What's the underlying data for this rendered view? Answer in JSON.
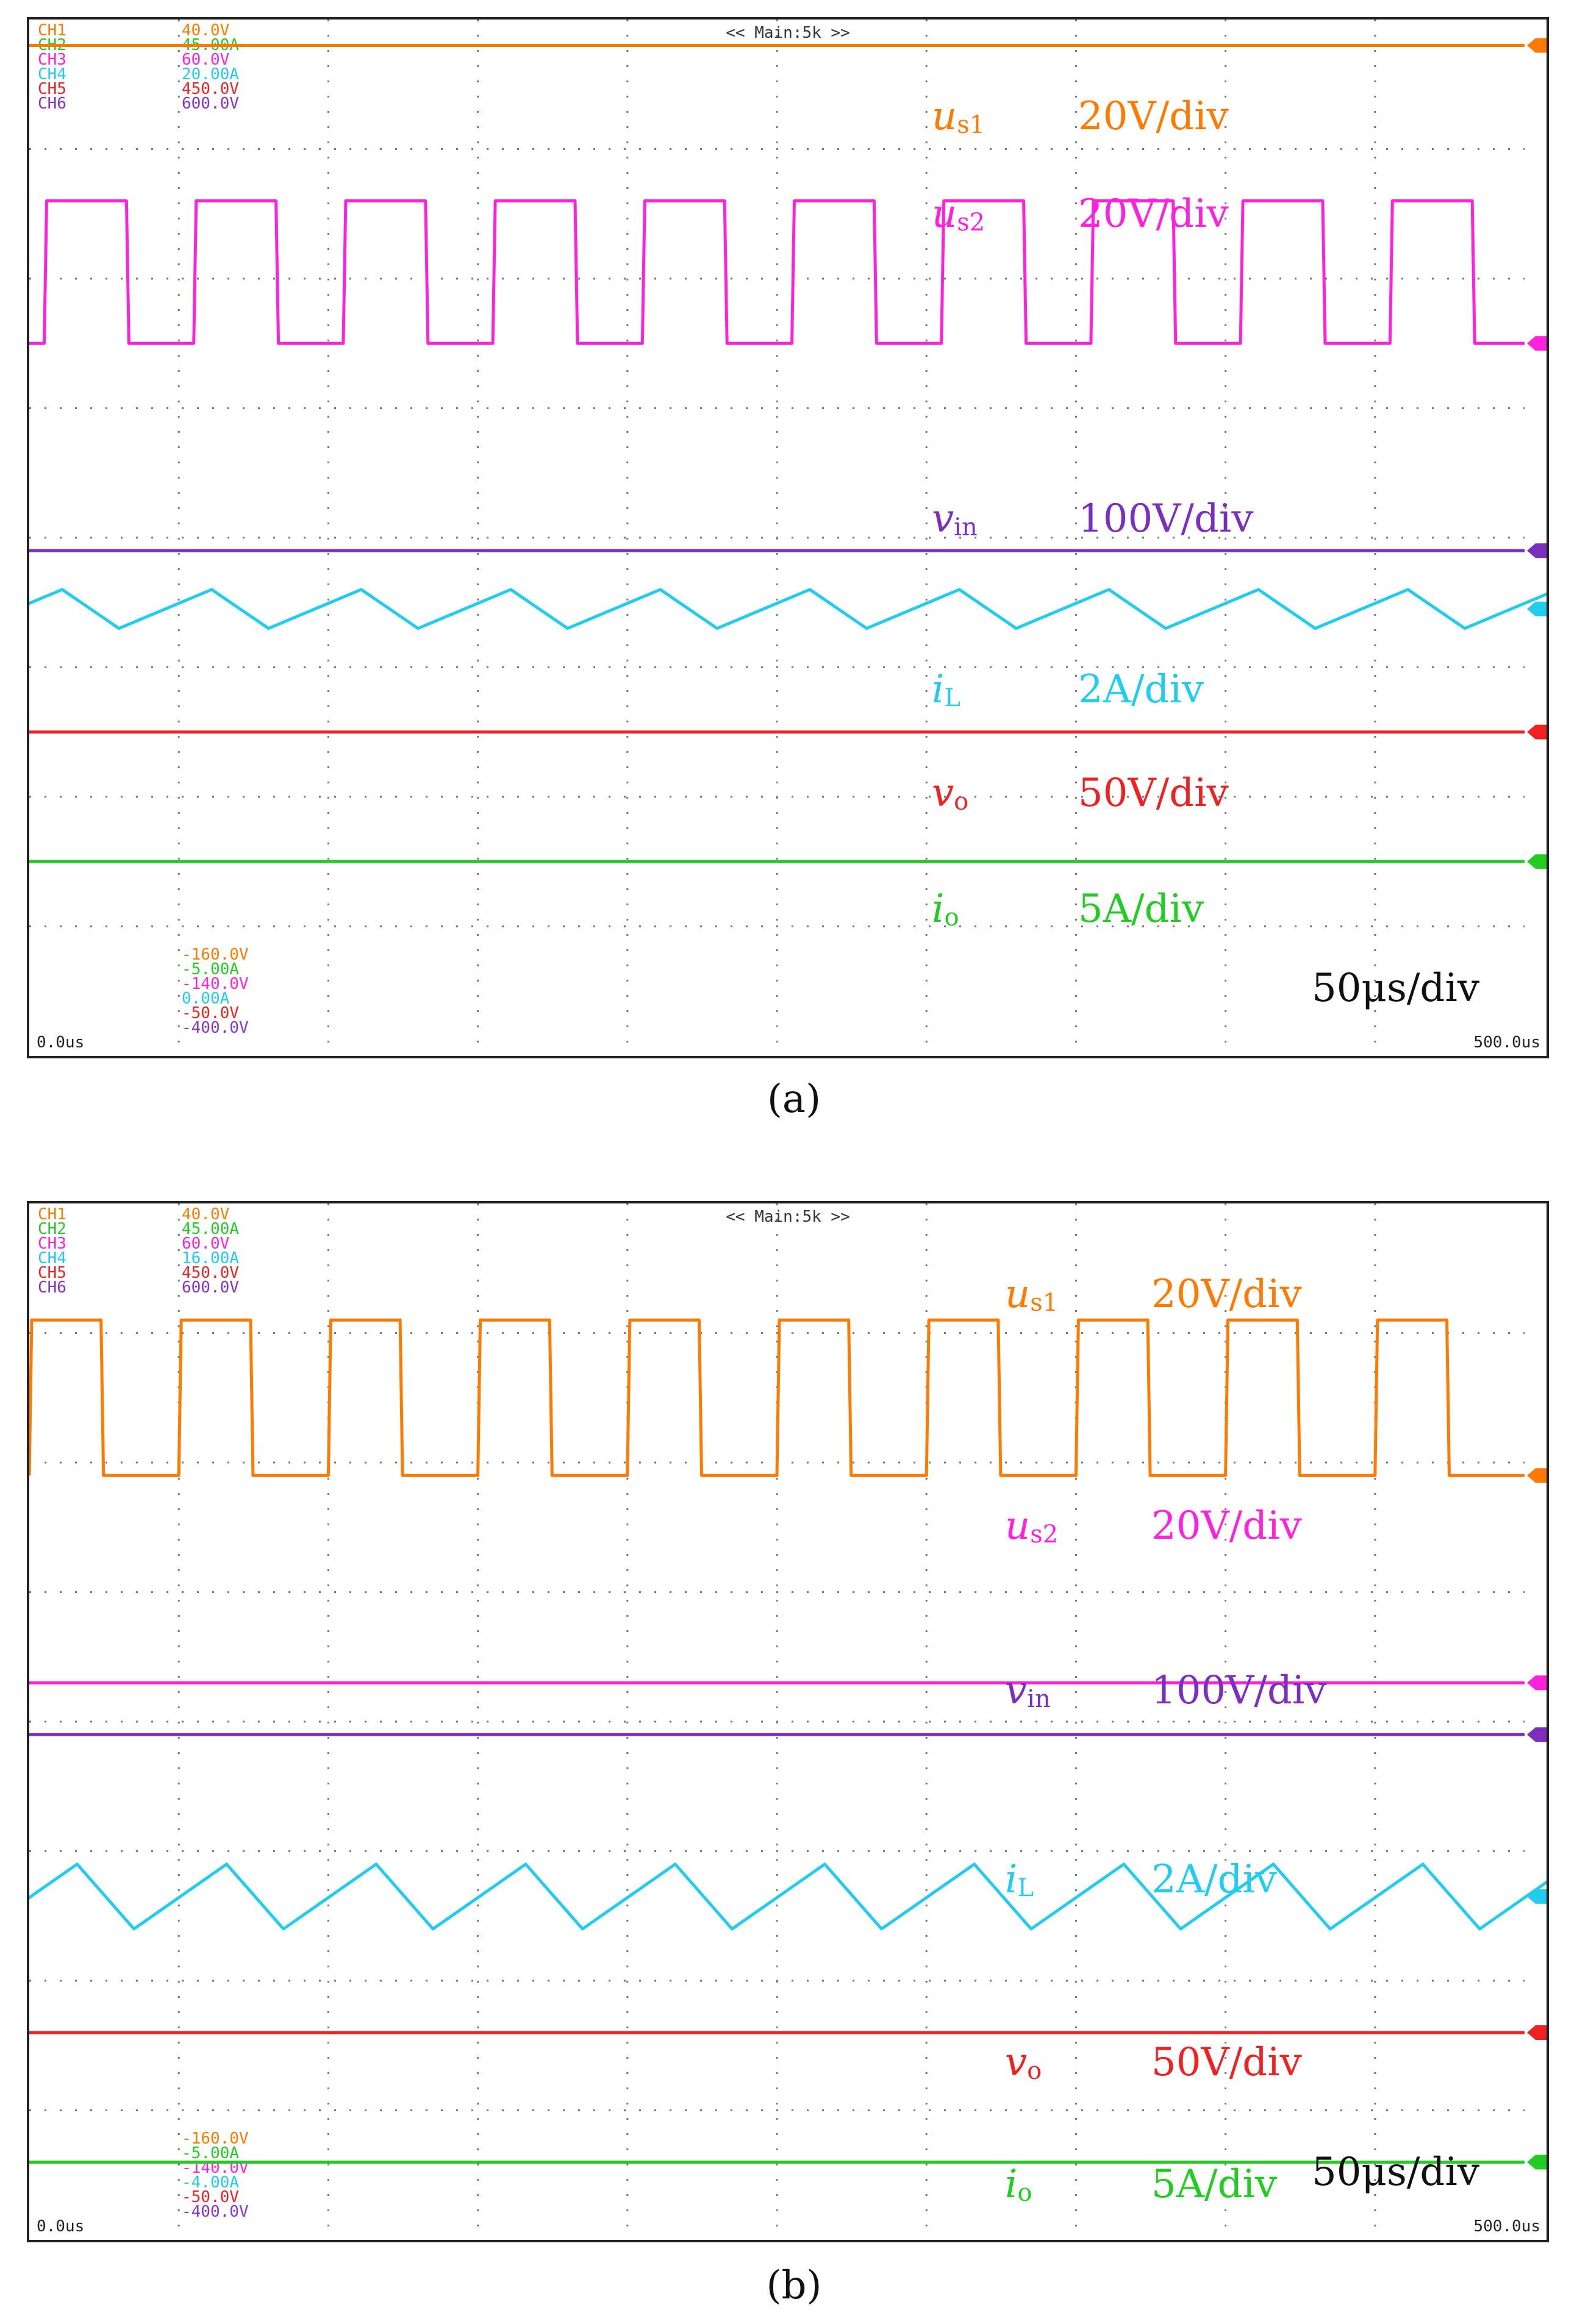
{
  "panels": [
    {
      "caption": "(a)",
      "header": "<< Main:5k >>",
      "time_start": "0.0us",
      "time_end": "500.0us",
      "time_scale": "50μs/div",
      "channels": [
        {
          "id": "CH1",
          "scale": "40.0V",
          "offset": "-160.0V",
          "color": "#ff7a00"
        },
        {
          "id": "CH2",
          "scale": "45.00A",
          "offset": "-5.00A",
          "color": "#22cc22"
        },
        {
          "id": "CH3",
          "scale": "60.0V",
          "offset": "-140.0V",
          "color": "#ff22dd"
        },
        {
          "id": "CH4",
          "scale": "20.00A",
          "offset": "0.00A",
          "color": "#22ccee"
        },
        {
          "id": "CH5",
          "scale": "450.0V",
          "offset": "-50.0V",
          "color": "#ee2222"
        },
        {
          "id": "CH6",
          "scale": "600.0V",
          "offset": "-400.0V",
          "color": "#8833cc"
        }
      ],
      "traces": [
        {
          "sym": "u",
          "sub": "s1",
          "div": "20V/div",
          "color": "#ff7a00"
        },
        {
          "sym": "u",
          "sub": "s2",
          "div": "20V/div",
          "color": "#ff22dd"
        },
        {
          "sym": "v",
          "sub": "in",
          "div": "100V/div",
          "color": "#7a2fbf"
        },
        {
          "sym": "i",
          "sub": "L",
          "div": "2A/div",
          "color": "#22ccee"
        },
        {
          "sym": "v",
          "sub": "o",
          "div": "50V/div",
          "color": "#ee2222"
        },
        {
          "sym": "i",
          "sub": "o",
          "div": "5A/div",
          "color": "#22cc22"
        }
      ]
    },
    {
      "caption": "(b)",
      "header": "<< Main:5k >>",
      "time_start": "0.0us",
      "time_end": "500.0us",
      "time_scale": "50μs/div",
      "channels": [
        {
          "id": "CH1",
          "scale": "40.0V",
          "offset": "-160.0V",
          "color": "#ff7a00"
        },
        {
          "id": "CH2",
          "scale": "45.00A",
          "offset": "-5.00A",
          "color": "#22cc22"
        },
        {
          "id": "CH3",
          "scale": "60.0V",
          "offset": "-140.0V",
          "color": "#ff22dd"
        },
        {
          "id": "CH4",
          "scale": "16.00A",
          "offset": "-4.00A",
          "color": "#22ccee"
        },
        {
          "id": "CH5",
          "scale": "450.0V",
          "offset": "-50.0V",
          "color": "#ee2222"
        },
        {
          "id": "CH6",
          "scale": "600.0V",
          "offset": "-400.0V",
          "color": "#8833cc"
        }
      ],
      "traces": [
        {
          "sym": "u",
          "sub": "s1",
          "div": "20V/div",
          "color": "#ff7a00"
        },
        {
          "sym": "u",
          "sub": "s2",
          "div": "20V/div",
          "color": "#ff22dd"
        },
        {
          "sym": "v",
          "sub": "in",
          "div": "100V/div",
          "color": "#7a2fbf"
        },
        {
          "sym": "i",
          "sub": "L",
          "div": "2A/div",
          "color": "#22ccee"
        },
        {
          "sym": "v",
          "sub": "o",
          "div": "50V/div",
          "color": "#ee2222"
        },
        {
          "sym": "i",
          "sub": "o",
          "div": "5A/div",
          "color": "#22cc22"
        }
      ]
    }
  ],
  "chart_data": [
    {
      "type": "line",
      "x": {
        "start_us": 0,
        "end_us": 500,
        "divisions": 10
      },
      "y_divisions": 8,
      "grid": true,
      "series": [
        {
          "name": "us1",
          "kind": "dc",
          "level_div": 7.8
        },
        {
          "name": "us2",
          "kind": "square",
          "period_us": 50,
          "phase_us": 5,
          "duty": 0.55,
          "high_div": 6.6,
          "low_div": 5.5
        },
        {
          "name": "vin",
          "kind": "dc",
          "level_div": 3.9
        },
        {
          "name": "iL",
          "kind": "triangle",
          "period_us": 50,
          "phase_us": -20,
          "min_div": 3.3,
          "max_div": 3.6
        },
        {
          "name": "vo",
          "kind": "dc",
          "level_div": 2.5
        },
        {
          "name": "io",
          "kind": "dc",
          "level_div": 1.5
        }
      ]
    },
    {
      "type": "line",
      "x": {
        "start_us": 0,
        "end_us": 500,
        "divisions": 10
      },
      "y_divisions": 8,
      "grid": true,
      "series": [
        {
          "name": "us1",
          "kind": "square",
          "period_us": 50,
          "phase_us": 0,
          "duty": 0.48,
          "high_div": 7.1,
          "low_div": 5.9
        },
        {
          "name": "us2",
          "kind": "dc",
          "level_div": 4.3
        },
        {
          "name": "vin",
          "kind": "dc",
          "level_div": 3.9
        },
        {
          "name": "iL",
          "kind": "triangle",
          "period_us": 50,
          "phase_us": -15,
          "min_div": 2.4,
          "max_div": 2.9
        },
        {
          "name": "vo",
          "kind": "dc",
          "level_div": 1.6
        },
        {
          "name": "io",
          "kind": "dc",
          "level_div": 0.6
        }
      ]
    }
  ]
}
